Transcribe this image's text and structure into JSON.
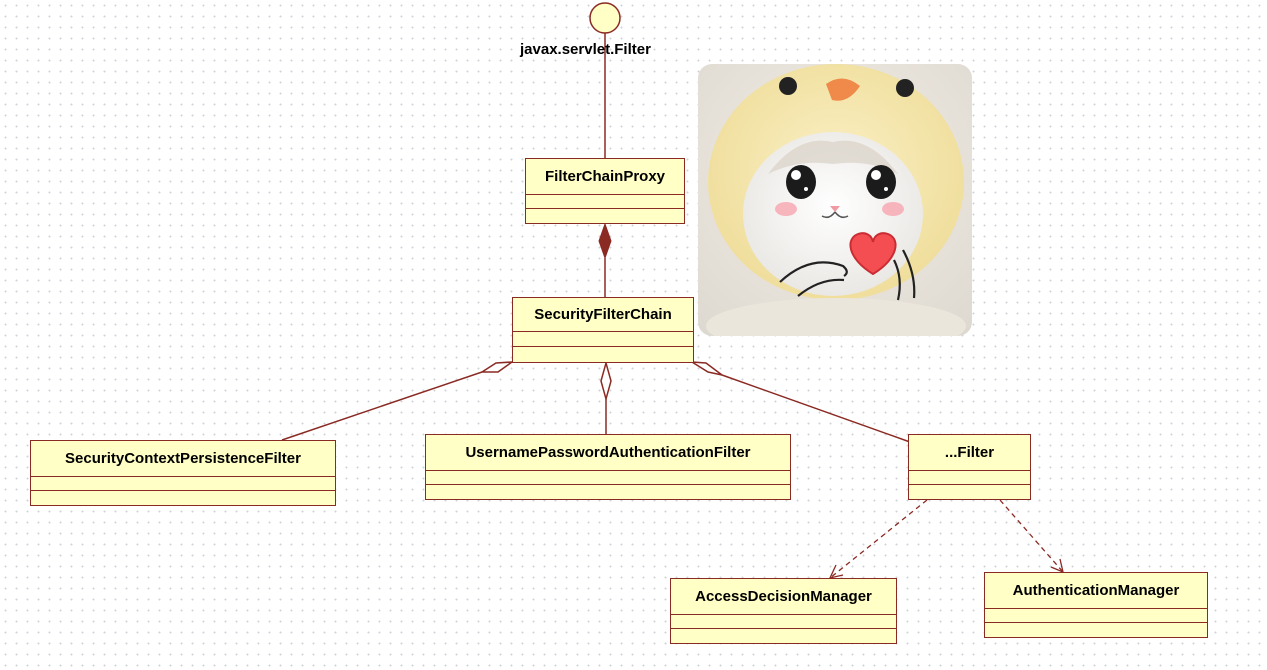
{
  "interface": {
    "name": "javax.servlet.Filter"
  },
  "classes": {
    "filter_chain_proxy": "FilterChainProxy",
    "security_filter_chain": "SecurityFilterChain",
    "security_context_persistence_filter": "SecurityContextPersistenceFilter",
    "username_password_authentication_filter": "UsernamePasswordAuthenticationFilter",
    "other_filter": "...Filter",
    "access_decision_manager": "AccessDecisionManager",
    "authentication_manager": "AuthenticationManager"
  },
  "colors": {
    "class_fill": "#ffffc6",
    "class_border": "#8a2a22",
    "edge": "#8a2a22",
    "interface_fill": "#ffffc6"
  }
}
